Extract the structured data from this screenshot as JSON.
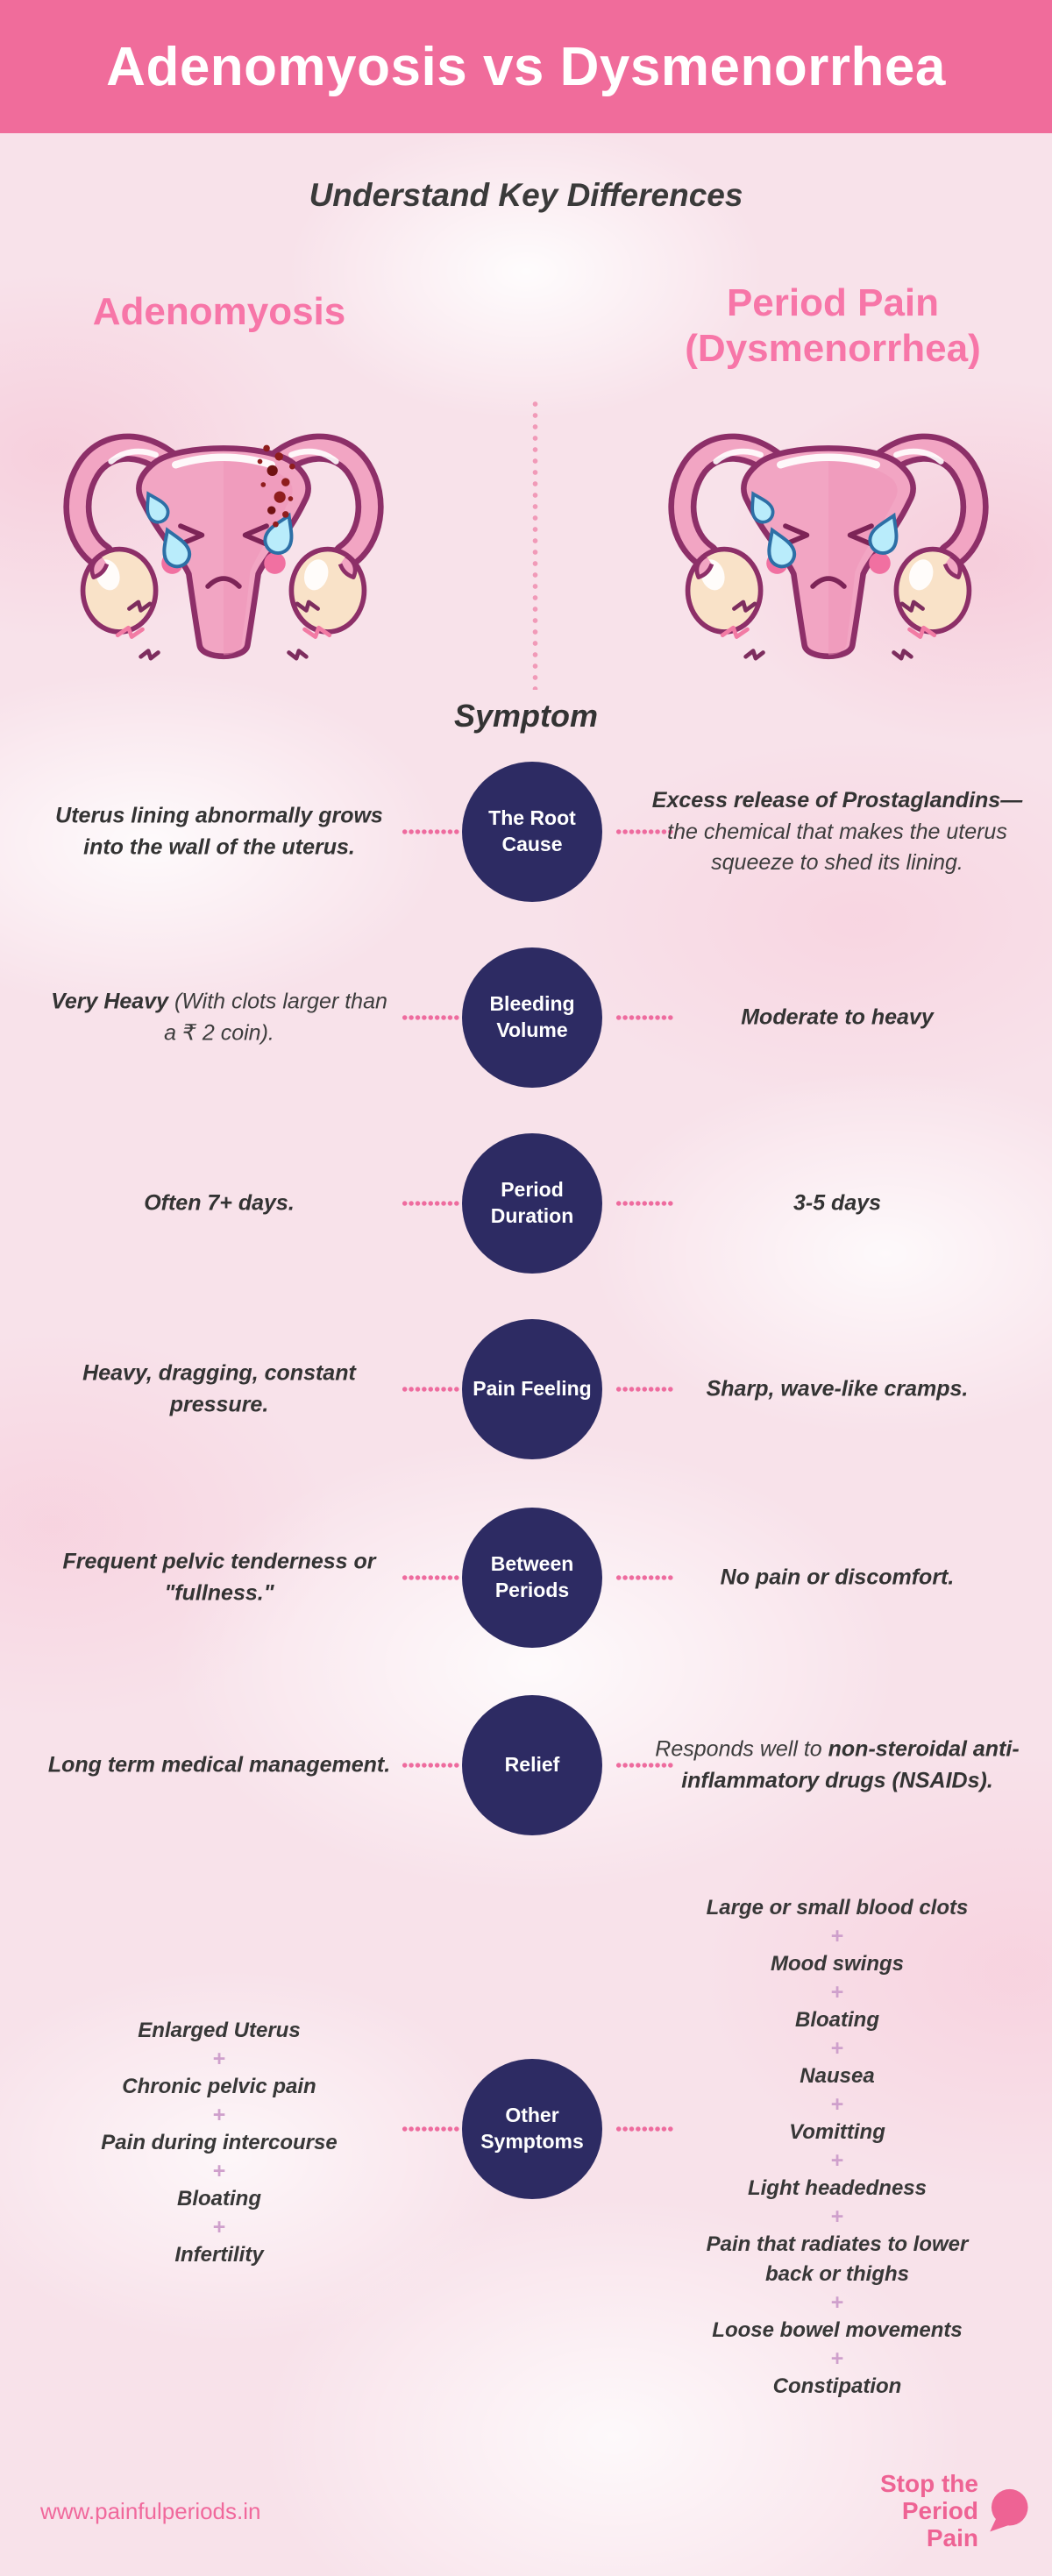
{
  "header": {
    "title": "Adenomyosis vs Dysmenorrhea"
  },
  "subtitle": "Understand Key Differences",
  "columns": {
    "left_title": "Adenomyosis",
    "right_title_line1": "Period Pain",
    "right_title_line2": "(Dysmenorrhea)"
  },
  "symptom_heading": "Symptom",
  "rows": [
    {
      "symptom": "The Root Cause",
      "left_parts": [
        "Uterus lining abnormally grows into the wall of the uterus."
      ],
      "right_parts": [
        "Excess release of Prostaglandins—",
        "the chemical that makes the uterus squeeze to shed its lining."
      ]
    },
    {
      "symptom": "Bleeding Volume",
      "left_parts": [
        "Very Heavy ",
        "(With clots larger than a ₹ 2 coin)."
      ],
      "right_parts": [
        "Moderate to heavy"
      ]
    },
    {
      "symptom": "Period Duration",
      "left_parts": [
        "Often 7+ days."
      ],
      "right_parts": [
        "3-5 days"
      ]
    },
    {
      "symptom": "Pain Feeling",
      "left_parts": [
        "Heavy, dragging, constant pressure."
      ],
      "right_parts": [
        "Sharp, wave-like cramps."
      ]
    },
    {
      "symptom": "Between Periods",
      "left_parts": [
        "Frequent pelvic tenderness or \"fullness.\""
      ],
      "right_parts": [
        "No pain or discomfort."
      ]
    },
    {
      "symptom": "Relief",
      "left_parts": [
        "Long term medical management."
      ],
      "right_parts": [
        "Responds well to ",
        "non-steroidal anti-inflammatory drugs (NSAIDs)."
      ]
    }
  ],
  "other": {
    "symptom": "Other Symptoms",
    "separator": "+",
    "left_list": [
      "Enlarged Uterus",
      "Chronic pelvic pain",
      "Pain during intercourse",
      "Bloating",
      "Infertility"
    ],
    "right_list": [
      "Large or small blood clots",
      "Mood swings",
      "Bloating",
      "Nausea",
      "Vomitting",
      "Light headedness",
      "Pain that radiates to lower back or thighs",
      "Loose bowel movements",
      "Constipation"
    ]
  },
  "footer": {
    "url": "www.painfulperiods.in",
    "logo_line1": "Stop the",
    "logo_line2": "Period Pain"
  },
  "colors": {
    "header_bg": "#f06c9b",
    "column_title_pink": "#f776a8",
    "circle_navy": "#2d2b63",
    "body_text": "#3b3b3b",
    "dotted_connector_pink": "#ee6b9e",
    "plus_lilac": "#cfa0cc",
    "logo_pink": "#ee6394",
    "link_pink": "#f0699c"
  }
}
